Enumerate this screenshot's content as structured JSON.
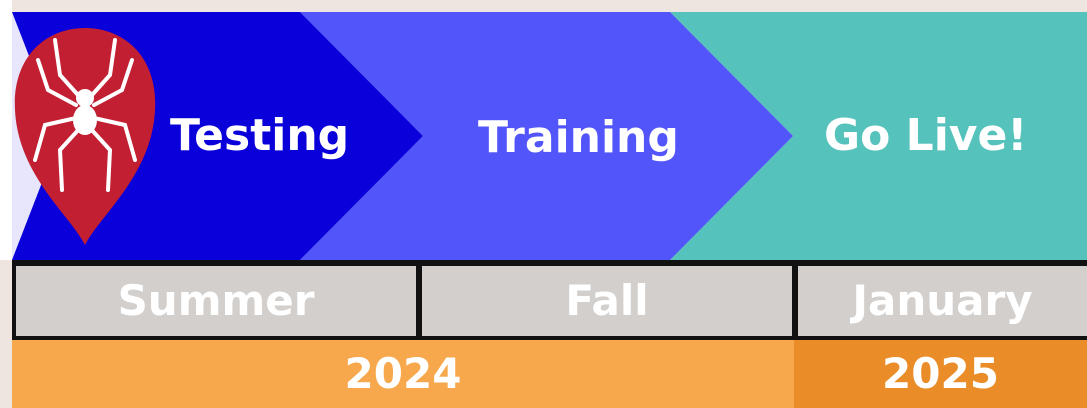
{
  "stages": [
    {
      "label": "Testing",
      "color": "#0a00d9"
    },
    {
      "label": "Training",
      "color": "#5255fa"
    },
    {
      "label": "Go Live!",
      "color": "#56c2bc"
    }
  ],
  "seasons": [
    "Summer",
    "Fall",
    "January"
  ],
  "years": [
    {
      "label": "2024",
      "color": "#f7a84c"
    },
    {
      "label": "2025",
      "color": "#ea8d28"
    }
  ],
  "logo": {
    "icon": "spider-map-pin-icon",
    "pin_color": "#c21f32"
  },
  "colors": {
    "background": "#eee4e0",
    "season_cell": "#d2cfcc",
    "divider": "#111111"
  }
}
